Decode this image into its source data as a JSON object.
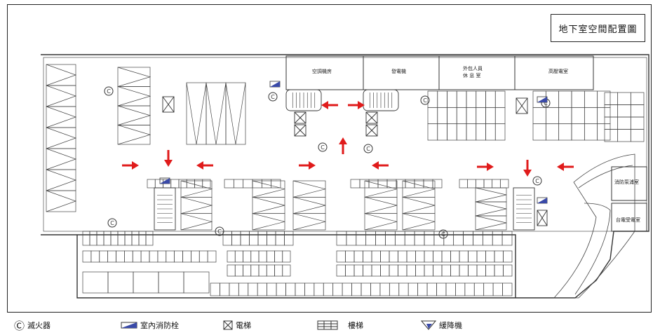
{
  "title": "地下室空間配置圖",
  "rooms": {
    "ac_room": "空調機房",
    "generator_room": "發電機",
    "contractor_rest": "外包人員",
    "contractor_rest_2": "休 息 室",
    "hv_room": "高壓電室",
    "fire_pump_room": "消防泵浦室",
    "power_room": "台電受電室"
  },
  "legend": [
    {
      "icon": "fire-extinguisher-icon",
      "label": "滅火器"
    },
    {
      "icon": "hydrant-icon",
      "label": "室內消防栓"
    },
    {
      "icon": "elevator-icon",
      "label": "電梯"
    },
    {
      "icon": "stairs-icon",
      "label": "樓梯"
    },
    {
      "icon": "descender-icon",
      "label": "緩降機"
    }
  ],
  "colors": {
    "arrow": "#e01b1b",
    "line": "#333333",
    "hydrant": "#3a4aa8"
  },
  "symbols": {
    "extinguisher": "Ⓒ"
  }
}
